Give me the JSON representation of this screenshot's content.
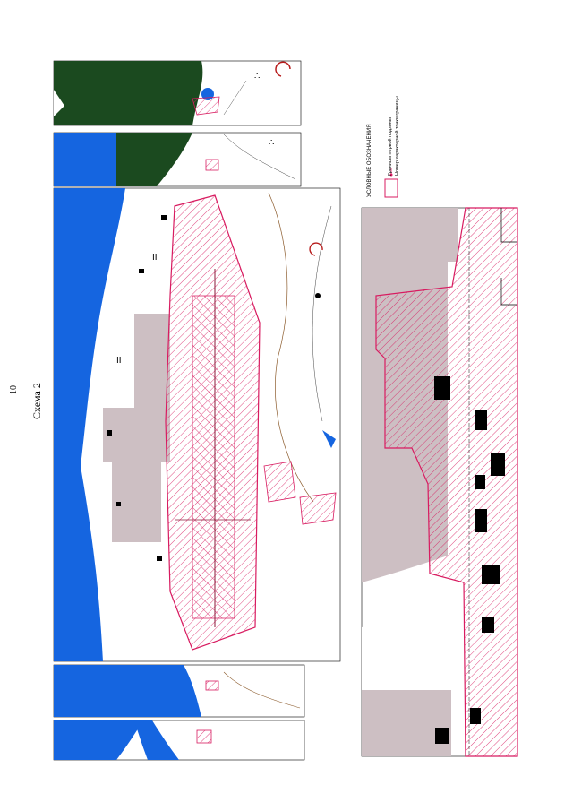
{
  "page": {
    "number": "10",
    "title": "Схема 2"
  },
  "legend": {
    "title": "УСЛОВНЫЕ ОБОЗНАЧЕНИЯ",
    "items": [
      {
        "label": "Границы первой подзоны",
        "color": "#d81b60"
      },
      {
        "label": "Номер характерной точки границы",
        "color": "#d81b60"
      }
    ]
  },
  "colors": {
    "water": "#1565e0",
    "forest": "#1b4a1f",
    "zone": "#d81b60",
    "built": "#cdbfc3",
    "road": "#8b5a2b",
    "building": "#000000"
  }
}
